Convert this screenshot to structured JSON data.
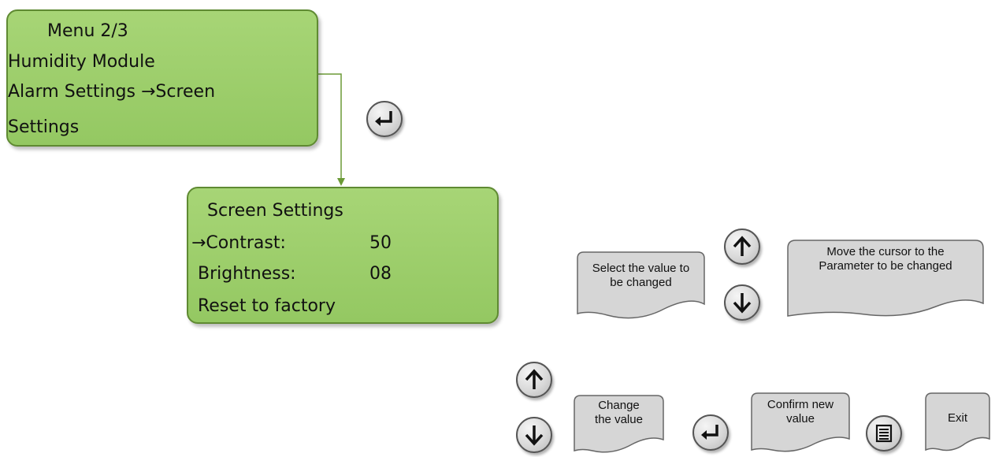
{
  "menu_box": {
    "title": "Menu 2/3",
    "items": [
      "Humidity Module",
      "Alarm Settings →Screen",
      "Settings"
    ]
  },
  "screen_box": {
    "title": "Screen Settings",
    "rows": [
      {
        "label": "→Contrast:",
        "value": "50"
      },
      {
        "label": "Brightness:",
        "value": "08"
      },
      {
        "label": "Reset to factory",
        "value": ""
      }
    ]
  },
  "notes": {
    "select_value": "Select the value to be changed",
    "move_cursor": "Move the cursor to the Parameter to be changed",
    "change_value": "Change the value",
    "confirm_value": "Confirm new value",
    "exit": "Exit"
  },
  "icons": {
    "enter": "enter-icon",
    "up": "arrow-up-icon",
    "down": "arrow-down-icon",
    "menu": "menu-list-icon"
  },
  "colors": {
    "lcd_green": "#9ccd6a",
    "lcd_border": "#5f8a32",
    "connector": "#6b9a36",
    "note_fill": "#d6d6d6"
  }
}
